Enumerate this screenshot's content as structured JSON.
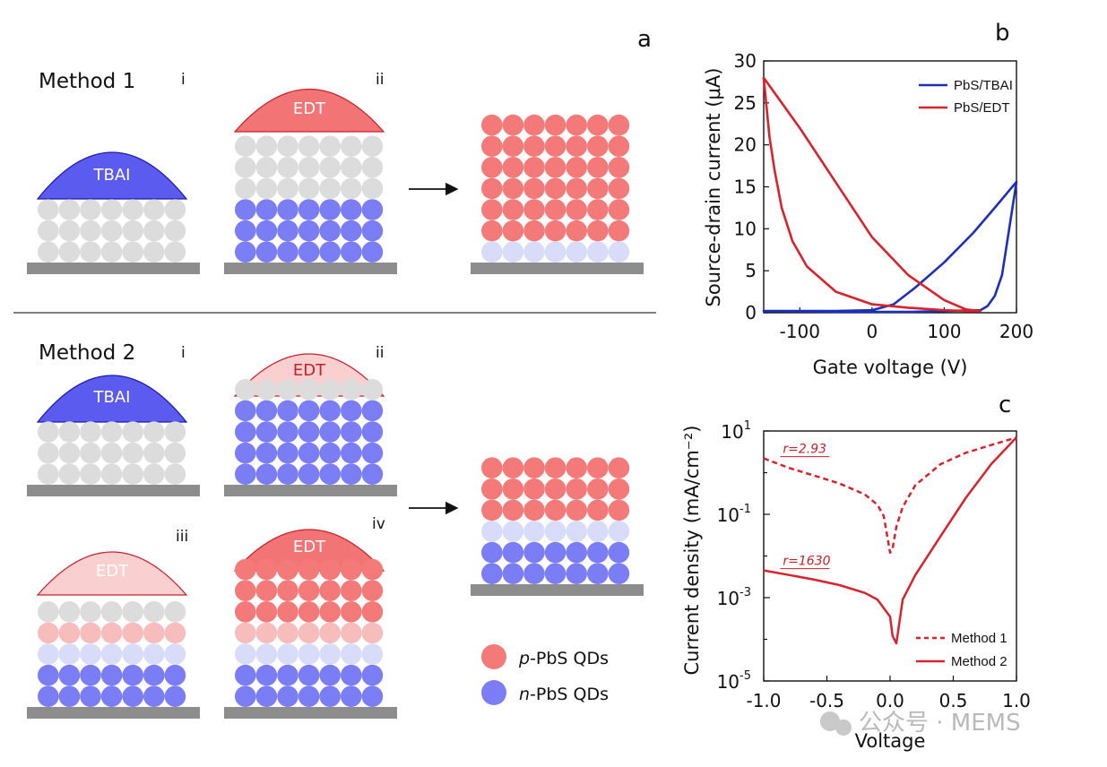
{
  "panel_labels": {
    "a": "a",
    "b": "b",
    "c": "c"
  },
  "methods": {
    "method1": {
      "title": "Method 1",
      "step_i": "i",
      "step_ii": "ii"
    },
    "method2": {
      "title": "Method 2",
      "step_i": "i",
      "step_ii": "ii",
      "step_iii": "iii",
      "step_iv": "iv"
    }
  },
  "ligands": {
    "tbai": "TBAI",
    "edt": "EDT"
  },
  "legend_qd": {
    "p_prefix": "p",
    "p_suffix": "-PbS QDs",
    "n_prefix": "n",
    "n_suffix": "-PbS QDs"
  },
  "colors": {
    "p_qd": "#f47a7a",
    "n_qd": "#7b7df5",
    "grey_qd": "#dcdcdc",
    "light_p": "#f7bcbc",
    "light_n": "#d9dcf8",
    "substrate": "#8d8d8d",
    "tbai": "#5b5bf0",
    "edt": "#f27474",
    "edt_light": "#f9cfcf",
    "series_blue": "#1d2fb8",
    "series_red": "#d8222c"
  },
  "watermark": "公众号 · MEMS",
  "chart_data": [
    {
      "type": "line",
      "panel": "b",
      "xlabel": "Gate voltage (V)",
      "ylabel": "Source-drain current (μA)",
      "xlim": [
        -150,
        200
      ],
      "ylim": [
        0,
        30
      ],
      "xticks": [
        -100,
        0,
        100,
        200
      ],
      "yticks": [
        0,
        5,
        10,
        15,
        20,
        25,
        30
      ],
      "xtick_labels": [
        "-100",
        "0",
        "100",
        "200"
      ],
      "ytick_labels": [
        "0",
        "5",
        "10",
        "15",
        "20",
        "25",
        "30"
      ],
      "legend_position": "top-right",
      "series": [
        {
          "name": "PbS/TBAI",
          "color": "#1d2fb8",
          "x": [
            -150,
            -100,
            -50,
            0,
            30,
            60,
            100,
            140,
            170,
            200,
            190,
            180,
            170,
            160,
            150,
            100,
            50,
            0,
            -50,
            -100,
            -150
          ],
          "y": [
            0.2,
            0.2,
            0.2,
            0.3,
            1.0,
            3.0,
            6.0,
            9.5,
            12.5,
            15.6,
            10,
            4.5,
            2.0,
            0.8,
            0.3,
            0.2,
            0.1,
            0.1,
            0.1,
            0.15,
            0.2
          ]
        },
        {
          "name": "PbS/EDT",
          "color": "#d8222c",
          "x": [
            -150,
            -125,
            -100,
            -50,
            0,
            50,
            100,
            130,
            150,
            130,
            100,
            50,
            0,
            -50,
            -90,
            -110,
            -125,
            -135,
            -142,
            -146,
            -150
          ],
          "y": [
            28,
            25,
            22,
            15.5,
            9,
            4.5,
            1.5,
            0.4,
            0.2,
            0.2,
            0.3,
            0.6,
            1.0,
            2.5,
            5.5,
            8.5,
            12.5,
            17,
            21,
            24.5,
            28
          ]
        }
      ]
    },
    {
      "type": "line",
      "panel": "c",
      "xlabel": "Voltage",
      "ylabel": "Current density (mA/cm⁻²)",
      "xlim": [
        -1.0,
        1.0
      ],
      "ylog": true,
      "ylim_exp": [
        -5,
        1
      ],
      "xticks": [
        -1.0,
        -0.5,
        0.0,
        0.5,
        1.0
      ],
      "xtick_labels": [
        "-1.0",
        "-0.5",
        "0.0",
        "0.5",
        "1.0"
      ],
      "ytick_base": "10",
      "ytick_exps": [
        "1",
        "-1",
        "-3",
        "-5"
      ],
      "legend_position": "bottom-right",
      "series": [
        {
          "name": "Method 1",
          "color": "#d8222c",
          "dash": true,
          "x": [
            -1.0,
            -0.8,
            -0.6,
            -0.4,
            -0.2,
            -0.1,
            -0.05,
            0.0,
            0.02,
            0.05,
            0.1,
            0.2,
            0.4,
            0.6,
            0.8,
            1.0
          ],
          "y": [
            2.2,
            1.3,
            0.85,
            0.55,
            0.3,
            0.17,
            0.09,
            0.012,
            0.015,
            0.05,
            0.15,
            0.5,
            1.6,
            3.0,
            4.6,
            7.0
          ]
        },
        {
          "name": "Method 2",
          "color": "#d8222c",
          "dash": false,
          "x": [
            -1.0,
            -0.8,
            -0.6,
            -0.4,
            -0.2,
            -0.1,
            0.0,
            0.02,
            0.05,
            0.1,
            0.2,
            0.4,
            0.6,
            0.8,
            1.0
          ],
          "y": [
            0.0045,
            0.0035,
            0.0027,
            0.002,
            0.0013,
            0.0009,
            0.00035,
            0.00012,
            8e-05,
            0.0009,
            0.0035,
            0.03,
            0.25,
            1.6,
            7.0
          ]
        }
      ],
      "annotations": [
        {
          "prefix": "r",
          "text": "=2.93",
          "x": -0.99,
          "y": 2.2
        },
        {
          "prefix": "r",
          "text": "=1630",
          "x": -0.99,
          "y": 0.0045
        }
      ]
    }
  ]
}
